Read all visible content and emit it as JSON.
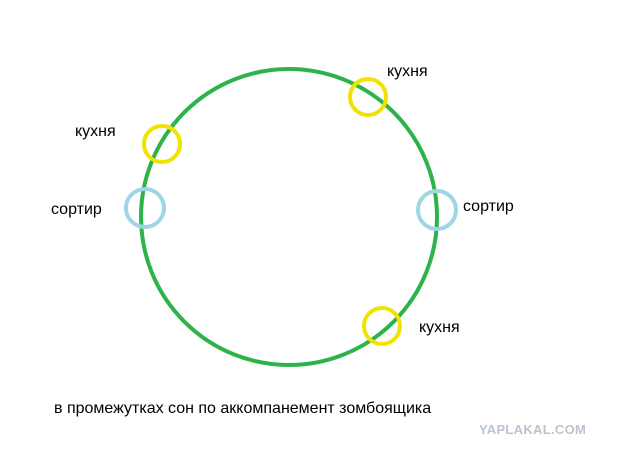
{
  "diagram": {
    "labels": {
      "kitchen_top": "кухня",
      "kitchen_left": "кухня",
      "toilet_left": "сортир",
      "toilet_right": "сортир",
      "kitchen_bottom": "кухня"
    },
    "caption": "в промежутках сон по аккомпанемент зомбоящика",
    "watermark": "YAPLAKAL.COM"
  },
  "colors": {
    "cycle_circle": "#2db34a",
    "kitchen_marker": "#f2e200",
    "toilet_marker": "#9fd6e6"
  }
}
